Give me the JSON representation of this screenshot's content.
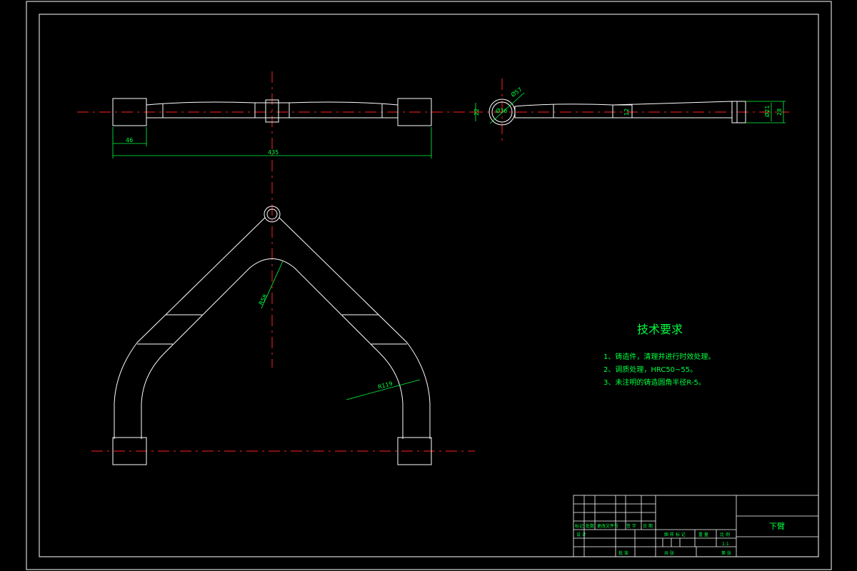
{
  "dimensions": {
    "top_view": {
      "end_width": "46",
      "overall_length": "435"
    },
    "side_view": {
      "dia_outer": "Ø57",
      "dia_inner": "Ø36",
      "left_height": "22",
      "middle_height": "12",
      "end_inner": "Ø21",
      "end_outer": "28"
    },
    "front_view": {
      "inner_radius": "R58",
      "outer_radius": "R119"
    }
  },
  "technical_requirements": {
    "title": "技术要求",
    "items": [
      "1、铸造件，清理并进行时效处理。",
      "2、调质处理，HRC50~55。",
      "3、未注明的铸造圆角半径R-5。"
    ]
  },
  "title_block": {
    "part_name": "下臂",
    "row_labels": [
      "标记",
      "处数",
      "更改文件号",
      "签 字",
      "日 期"
    ],
    "designer_label": "设 计",
    "approval_label": "批 准",
    "stage_labels": [
      "图 样 标 记",
      "重 量",
      "比 例"
    ],
    "sheet_labels": [
      "共 张",
      "第 张"
    ],
    "scale_value": "1:1"
  },
  "colors": {
    "outline": "#ffffff",
    "centerline": "#ff2020",
    "dimension": "#00ff40",
    "background": "#000000"
  }
}
